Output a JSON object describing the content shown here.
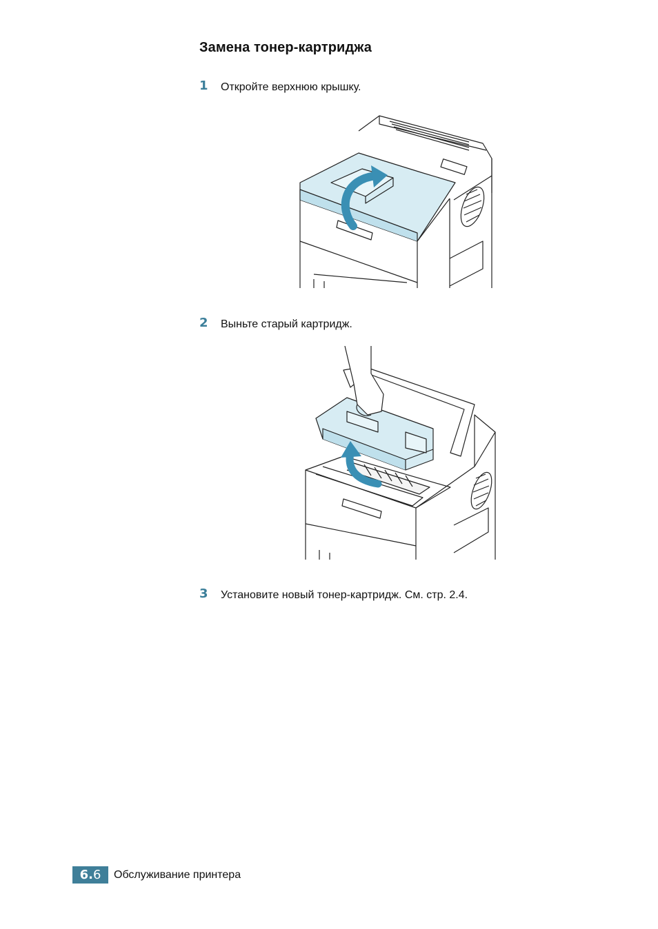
{
  "title": "Замена тонер-картриджа",
  "steps": [
    {
      "number": "1",
      "text": "Откройте верхнюю крышку."
    },
    {
      "number": "2",
      "text": "Выньте старый картридж."
    },
    {
      "number": "3",
      "text": "Установите новый тонер-картридж. См. стр. 2.4."
    }
  ],
  "footer": {
    "chapter": "6.",
    "page": "6",
    "section": "Обслуживание принтера"
  },
  "colors": {
    "accent": "#3c7f9a",
    "cover_fill": "#d7ecf3",
    "arrow": "#3a8fb4"
  }
}
